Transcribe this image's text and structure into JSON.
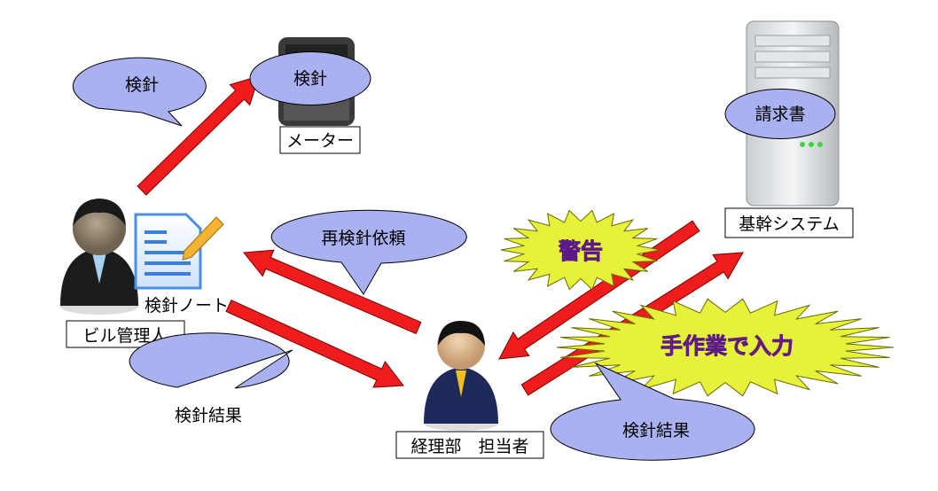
{
  "callouts": {
    "kenshin_left": "検針",
    "kenshin_meter": "検針",
    "invoice": "請求書",
    "reinspection_request": "再検針依頼",
    "result_left": "検針結果",
    "result_right": "検針結果"
  },
  "labels": {
    "meter": "メーター",
    "core_system": "基幹システム",
    "building_manager": "ビル管理人",
    "inspection_note": "検針ノート",
    "accounting": "経理部　担当者"
  },
  "bursts": {
    "warning": "警告",
    "manual_input": "手作業で入力"
  },
  "colors": {
    "arrow": "#ee1c1c",
    "callout": "#a9b1f0",
    "burst": "#e6f23a",
    "burst_text": "#d0103a"
  }
}
